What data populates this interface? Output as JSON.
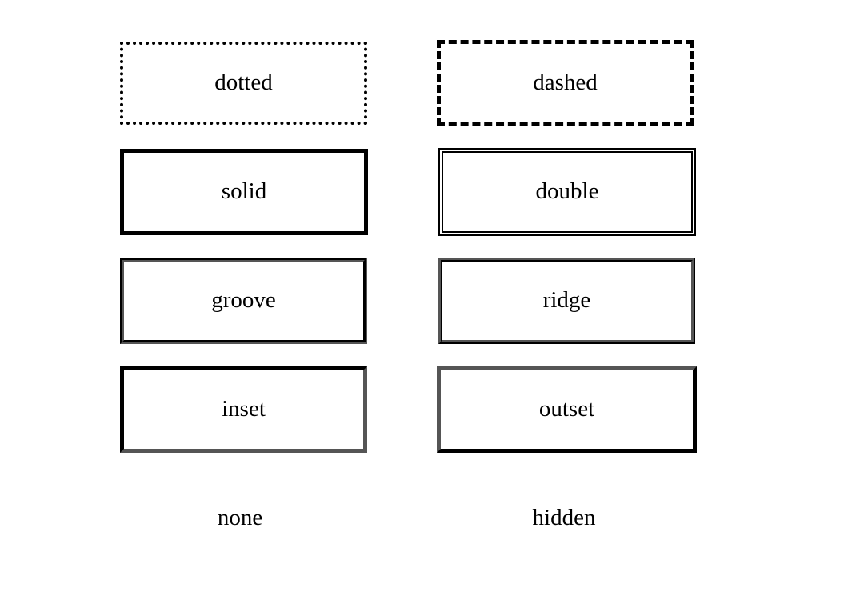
{
  "boxes": {
    "dotted": "dotted",
    "dashed": "dashed",
    "solid": "solid",
    "double": "double",
    "groove": "groove",
    "ridge": "ridge",
    "inset": "inset",
    "outset": "outset",
    "none": "none",
    "hidden": "hidden"
  },
  "colors": {
    "text": "#000000",
    "border_dark": "#000000",
    "border_gray": "#555555",
    "background": "#ffffff"
  }
}
